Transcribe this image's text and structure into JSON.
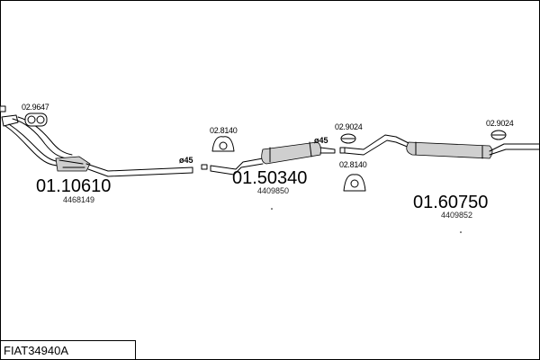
{
  "reference": "FIAT34940A",
  "parts": [
    {
      "number": "01.10610",
      "oe": "4468149"
    },
    {
      "number": "01.50340",
      "oe": "4409850"
    },
    {
      "number": "01.60750",
      "oe": "4409852"
    }
  ],
  "accessories": {
    "gasket": "02.9647",
    "hanger_left": "02.8140",
    "clamp_mid": "02.9024",
    "hanger_mid": "02.8140",
    "clamp_right": "02.9024"
  },
  "diameters": {
    "first": "ø45",
    "second": "ø45"
  }
}
